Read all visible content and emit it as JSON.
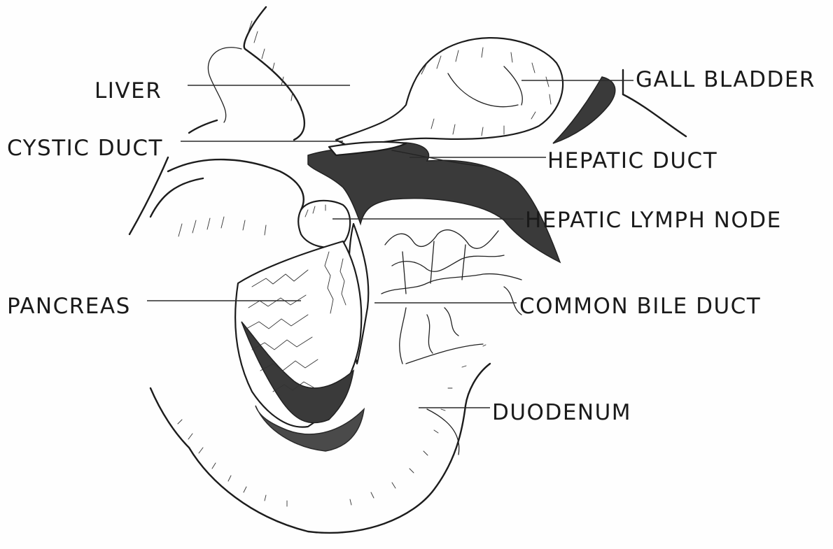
{
  "labels": {
    "liver": "LIVER",
    "gall_bladder": "GALL BLADDER",
    "cystic_duct": "CYSTIC DUCT",
    "hepatic_duct": "HEPATIC DUCT",
    "hepatic_lymph_node": "HEPATIC LYMPH NODE",
    "pancreas": "PANCREAS",
    "common_bile_duct": "COMMON BILE DUCT",
    "duodenum": "DUODENUM"
  }
}
